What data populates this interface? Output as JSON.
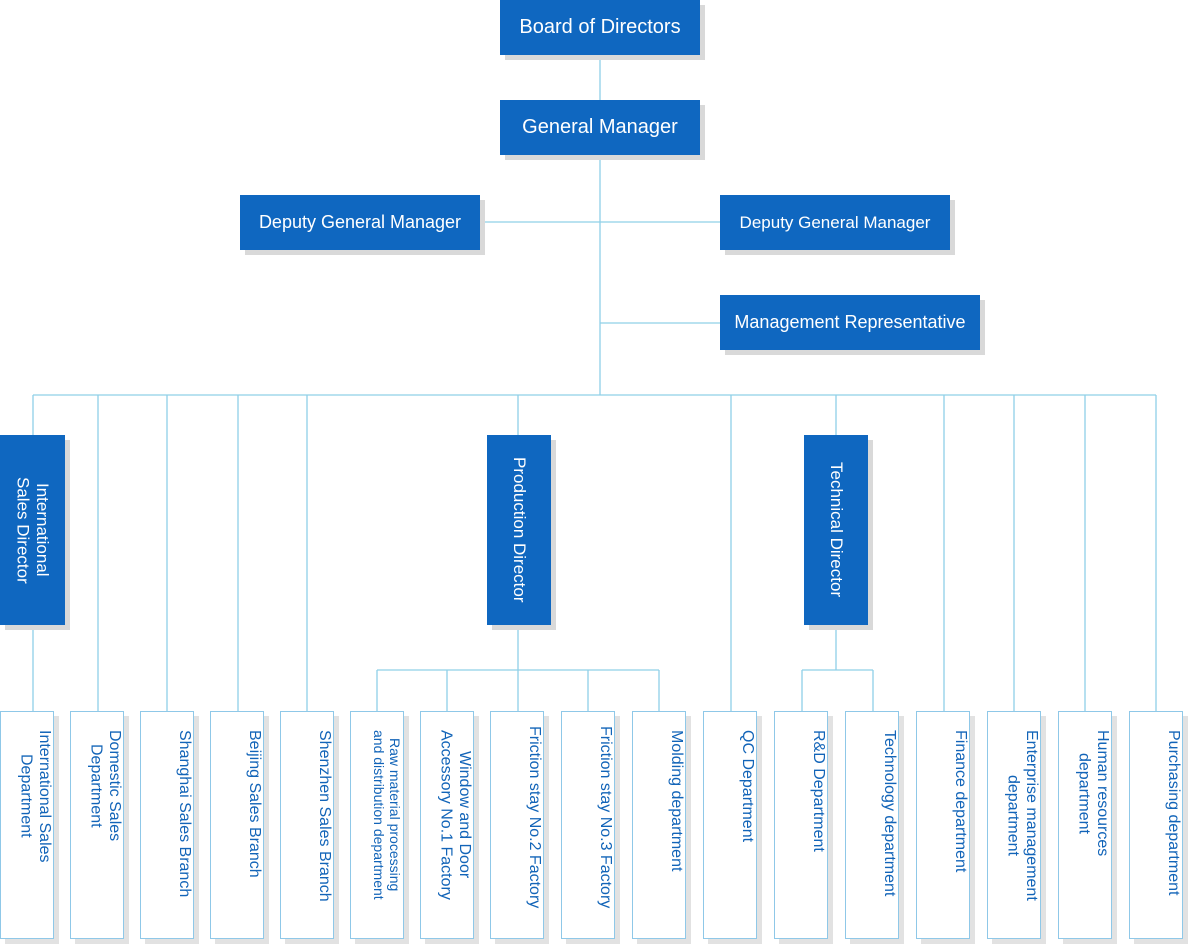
{
  "colors": {
    "node_fill": "#0f67c0",
    "node_text": "#ffffff",
    "leaf_text": "#1264b8",
    "leaf_border": "#8fc8e8",
    "connector": "#8fd0e8"
  },
  "board": "Board of Directors",
  "general_manager": "General Manager",
  "deputy_left": "Deputy General Manager",
  "deputy_right": "Deputy General Manager",
  "management_rep": "Management Representative",
  "directors": {
    "international_sales": "International\nSales Director",
    "production": "Production Director",
    "technical": "Technical Director"
  },
  "departments": [
    "International Sales\nDepartment",
    "Domestic Sales\nDepartment",
    "Shanghai Sales Branch",
    "Beijing Sales Branch",
    "Shenzhen Sales Branch",
    "Raw material processing\nand distribution department",
    "Window and Door\nAccessory No.1 Factory",
    "Friction stay No.2 Factory",
    "Friction stay No.3 Factory",
    "Molding department",
    "QC Department",
    "R&D Department",
    "Technology department",
    "Finance department",
    "Enterprise management\ndepartment",
    "Human resources\ndepartment",
    "Purchasing department"
  ]
}
